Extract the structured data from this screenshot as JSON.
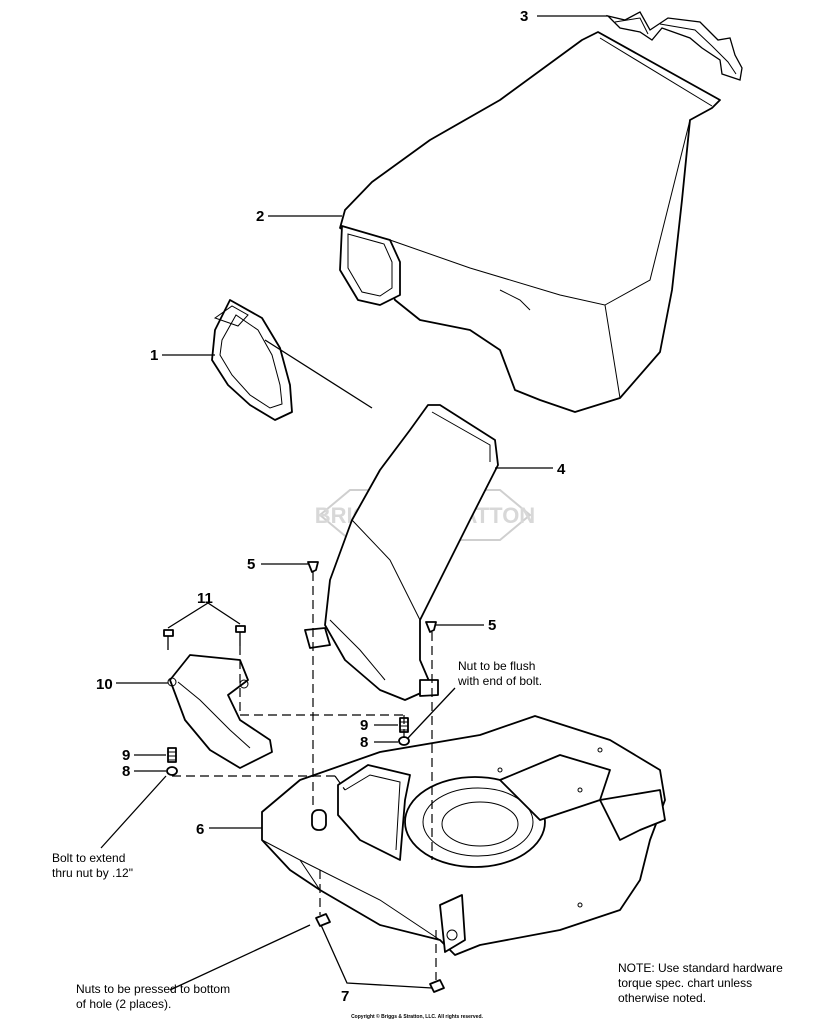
{
  "callouts": [
    {
      "number": "1"
    },
    {
      "number": "2"
    },
    {
      "number": "3"
    },
    {
      "number": "4"
    },
    {
      "number": "5"
    },
    {
      "number": "5"
    },
    {
      "number": "6"
    },
    {
      "number": "7"
    },
    {
      "number": "8"
    },
    {
      "number": "8"
    },
    {
      "number": "9"
    },
    {
      "number": "9"
    },
    {
      "number": "10"
    },
    {
      "number": "11"
    }
  ],
  "notes": {
    "nut_flush": [
      "Nut to be flush",
      "with end of bolt."
    ],
    "bolt_extend": [
      "Bolt to extend",
      "thru nut by .12\""
    ],
    "nuts_pressed": [
      "Nuts to be pressed to bottom",
      "of hole (2 places)."
    ],
    "general": [
      "NOTE:  Use standard hardware",
      "torque spec. chart unless",
      "otherwise noted."
    ]
  },
  "watermark": "BRIGGS&STRATTON",
  "copyright": "Copyright © Briggs & Stratton, LLC. All rights reserved."
}
